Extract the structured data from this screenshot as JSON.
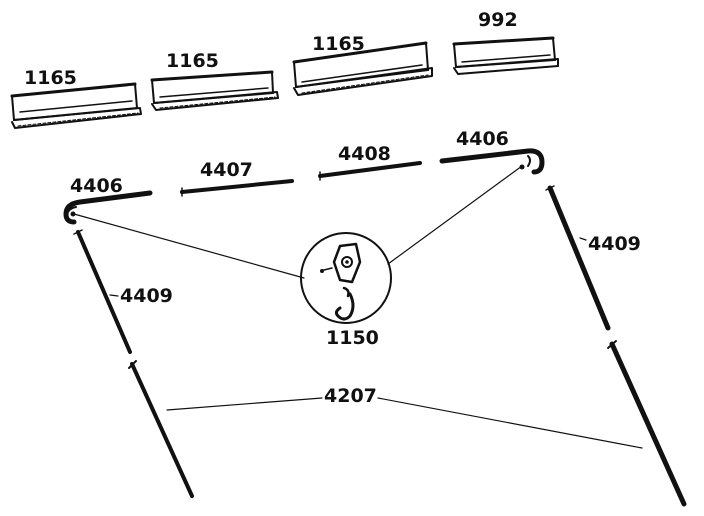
{
  "diagram": {
    "colors": {
      "ink": "#111111",
      "paper": "#ffffff"
    },
    "labels": {
      "rail_a": "1165",
      "rail_b": "1165",
      "rail_c": "1165",
      "rail_d": "992",
      "elbow_left": "4406",
      "elbow_right": "4406",
      "rod_middle_left": "4407",
      "rod_middle_right": "4408",
      "upright_upper_left": "4409",
      "upright_upper_right": "4409",
      "hook_assembly": "1150",
      "upright_lower": "4207"
    },
    "icons": {
      "pulley": "pulley-icon",
      "hook": "hook-icon"
    }
  }
}
